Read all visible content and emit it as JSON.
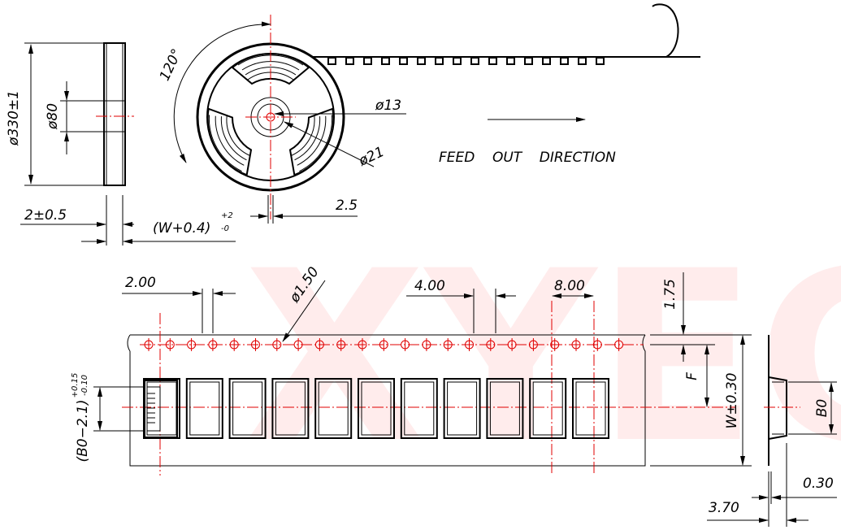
{
  "watermark": "XYEC",
  "reel": {
    "outer_diameter_label": "ø330±1",
    "hub_diameter_label": "ø80",
    "flange_thickness_label": "2±0.5",
    "width_label": "(W+0.4)",
    "width_tol_upper": "+2",
    "width_tol_lower": "-0",
    "angle_label": "120°",
    "arbor_diameter_label": "ø13",
    "drive_diameter_label": "ø21",
    "slot_label": "2.5"
  },
  "feed_direction_label": "FEED    OUT    DIRECTION",
  "tape": {
    "hole_pitch_label": "4.00",
    "pocket_to_hole_label": "2.00",
    "hole_diameter_label": "ø1.50",
    "pocket_pitch_label": "8.00",
    "edge_to_hole_label": "1.75",
    "f_label": "F",
    "width_label": "W±0.30",
    "pocket_height_label": "(B0−2.1)",
    "pocket_tol_upper": "+0.15",
    "pocket_tol_lower": "-0.10",
    "b0_label": "B0",
    "thickness_label": "0.30",
    "depth_label": "3.70"
  },
  "colors": {
    "line": "#000000",
    "centerline": "#e00000",
    "watermark": "#ff0000"
  }
}
